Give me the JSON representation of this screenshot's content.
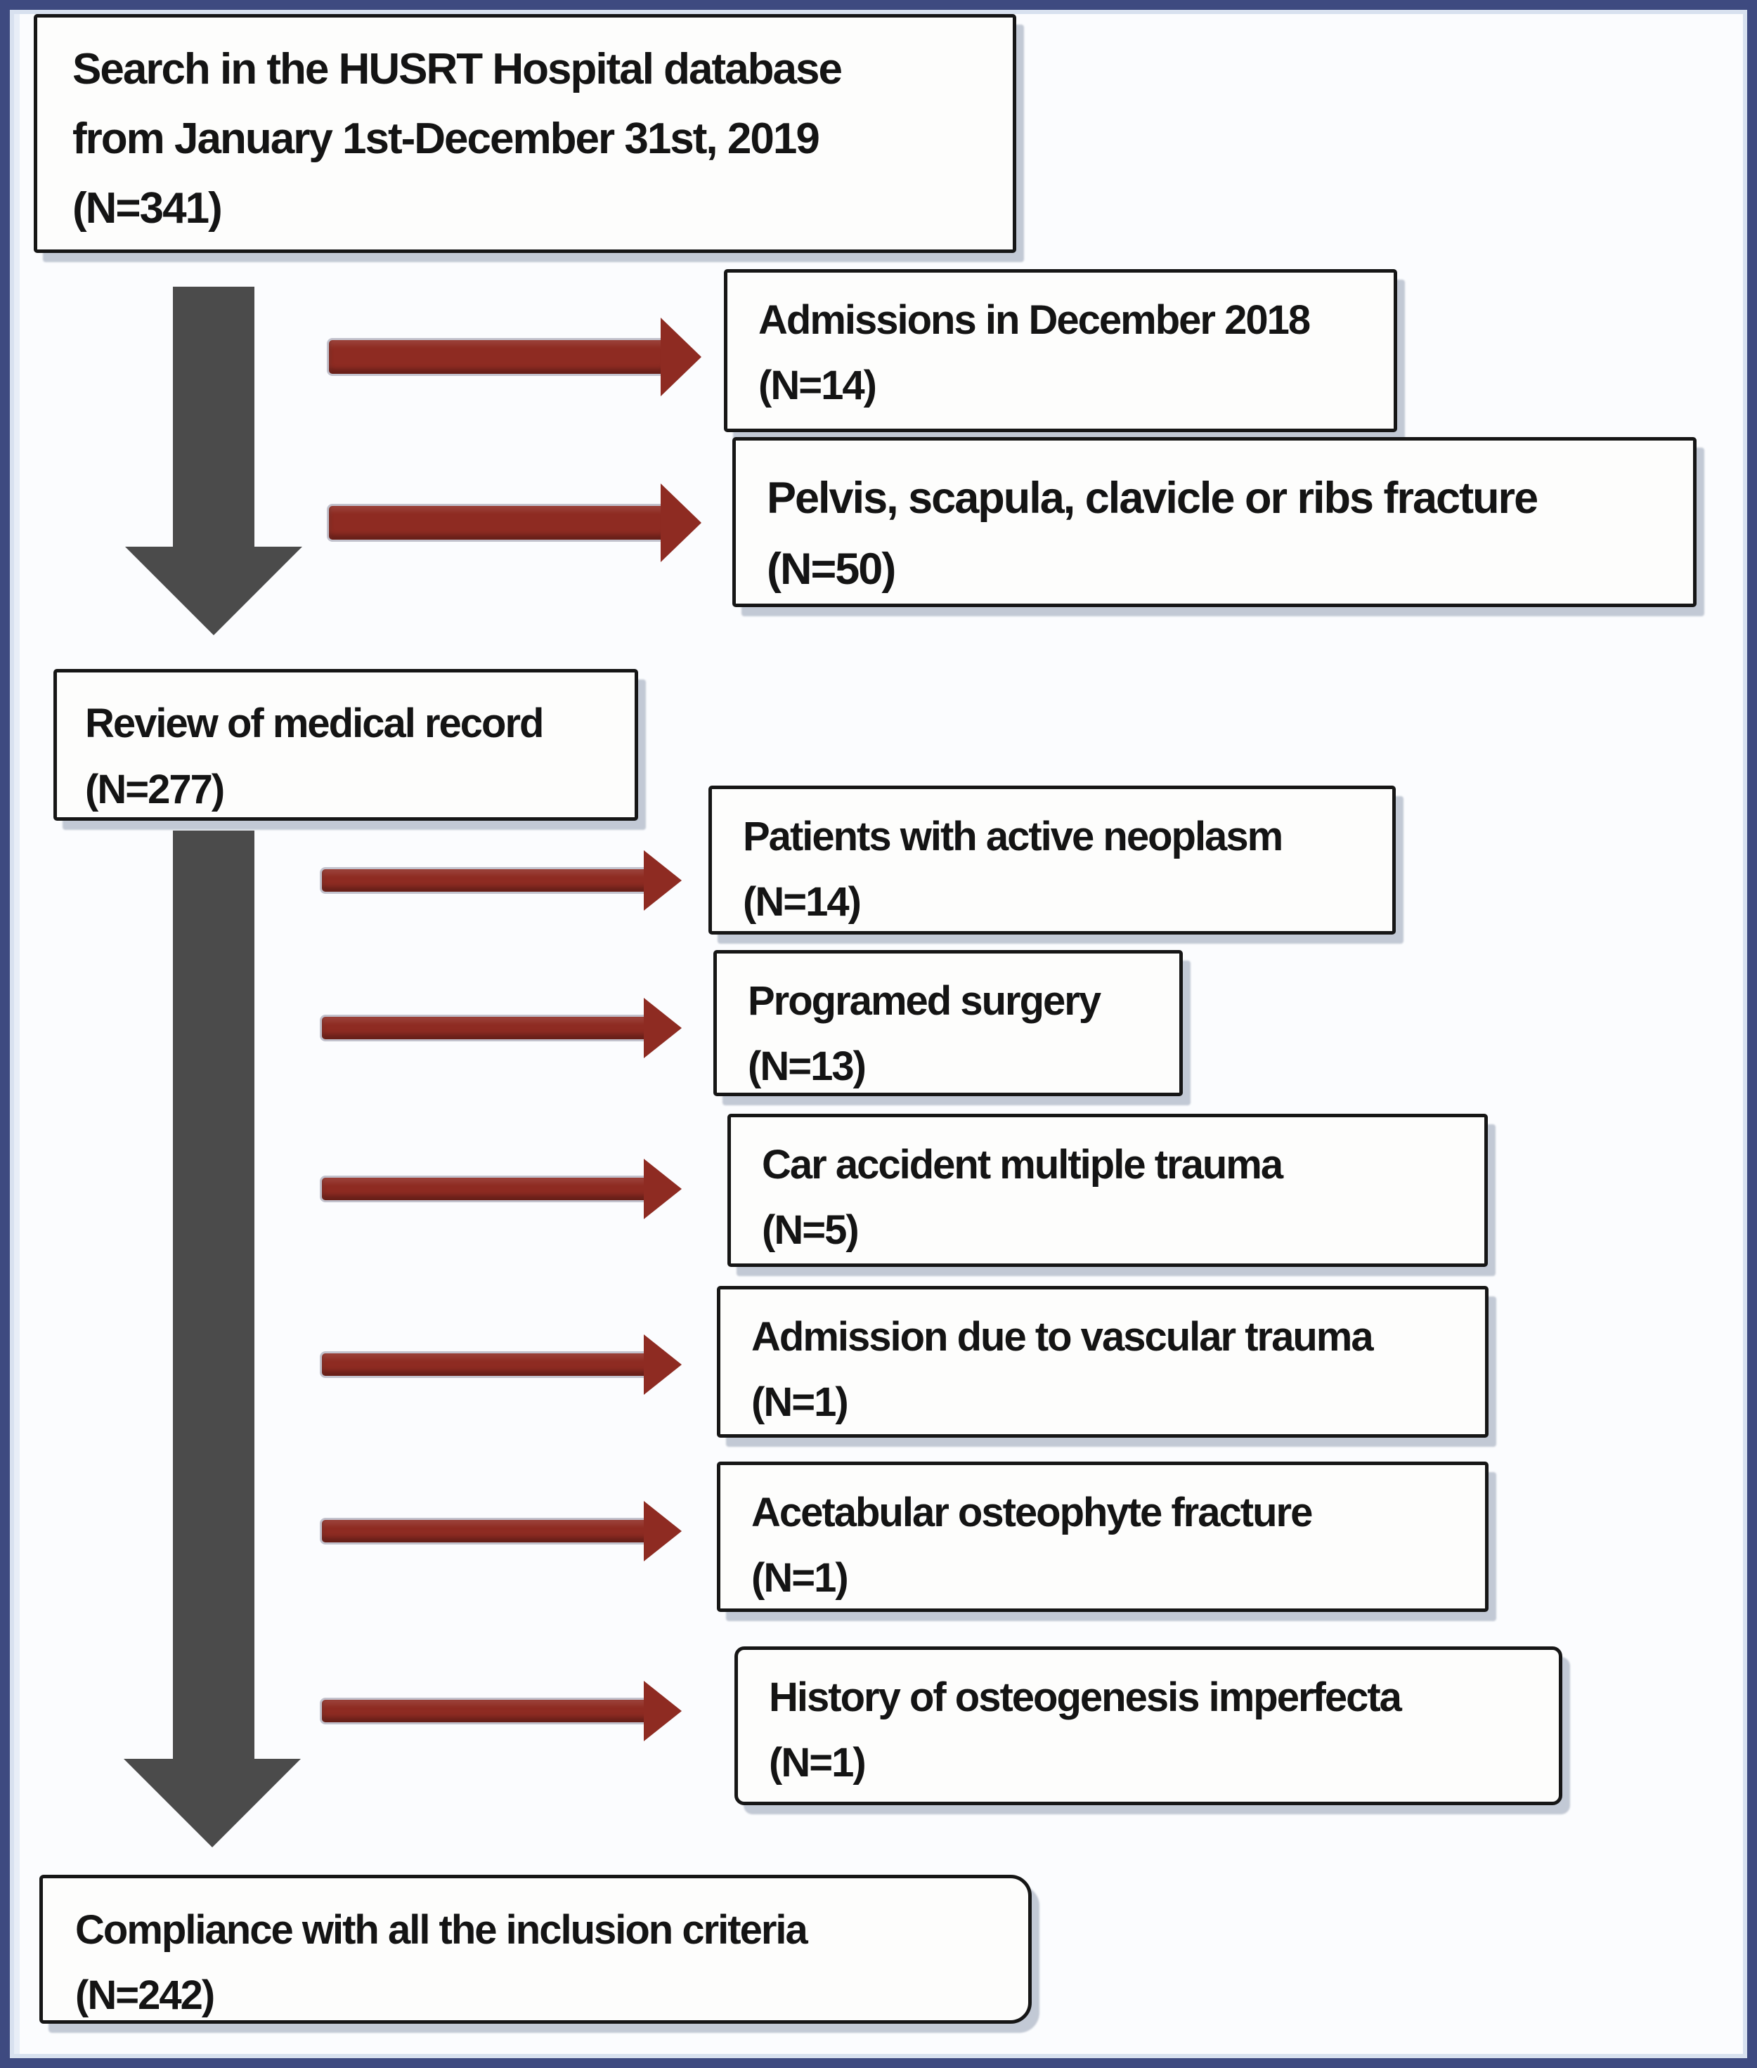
{
  "colors": {
    "frame_blue": "#3E4A80",
    "box_border": "#161616",
    "box_background": "#FDFDFC",
    "gray_arrow": "#4B4B4B",
    "red_arrow": "#8E2B22",
    "red_arrow_edge": "#403C5C",
    "shadow": "#94A0B8"
  },
  "flowchart": {
    "start_box": {
      "line1": "Search in the HUSRT Hospital database",
      "line2": "from January 1st-December 31st, 2019",
      "n": "(N=341)"
    },
    "review_box": {
      "line1": "Review of medical record",
      "n": "(N=277)"
    },
    "final_box": {
      "line1": "Compliance with all the inclusion criteria",
      "n": "(N=242)"
    },
    "exclusions": [
      {
        "label": "Admissions in December 2018",
        "n": "(N=14)"
      },
      {
        "label": "Pelvis, scapula, clavicle or ribs fracture",
        "n": "(N=50)"
      },
      {
        "label": "Patients with active neoplasm",
        "n": "(N=14)"
      },
      {
        "label": "Programed surgery",
        "n": "(N=13)"
      },
      {
        "label": "Car accident multiple trauma",
        "n": "(N=5)"
      },
      {
        "label": "Admission due to vascular trauma",
        "n": "(N=1)"
      },
      {
        "label": "Acetabular osteophyte fracture",
        "n": "(N=1)"
      },
      {
        "label": "History of osteogenesis imperfecta",
        "n": "(N=1)"
      }
    ]
  }
}
